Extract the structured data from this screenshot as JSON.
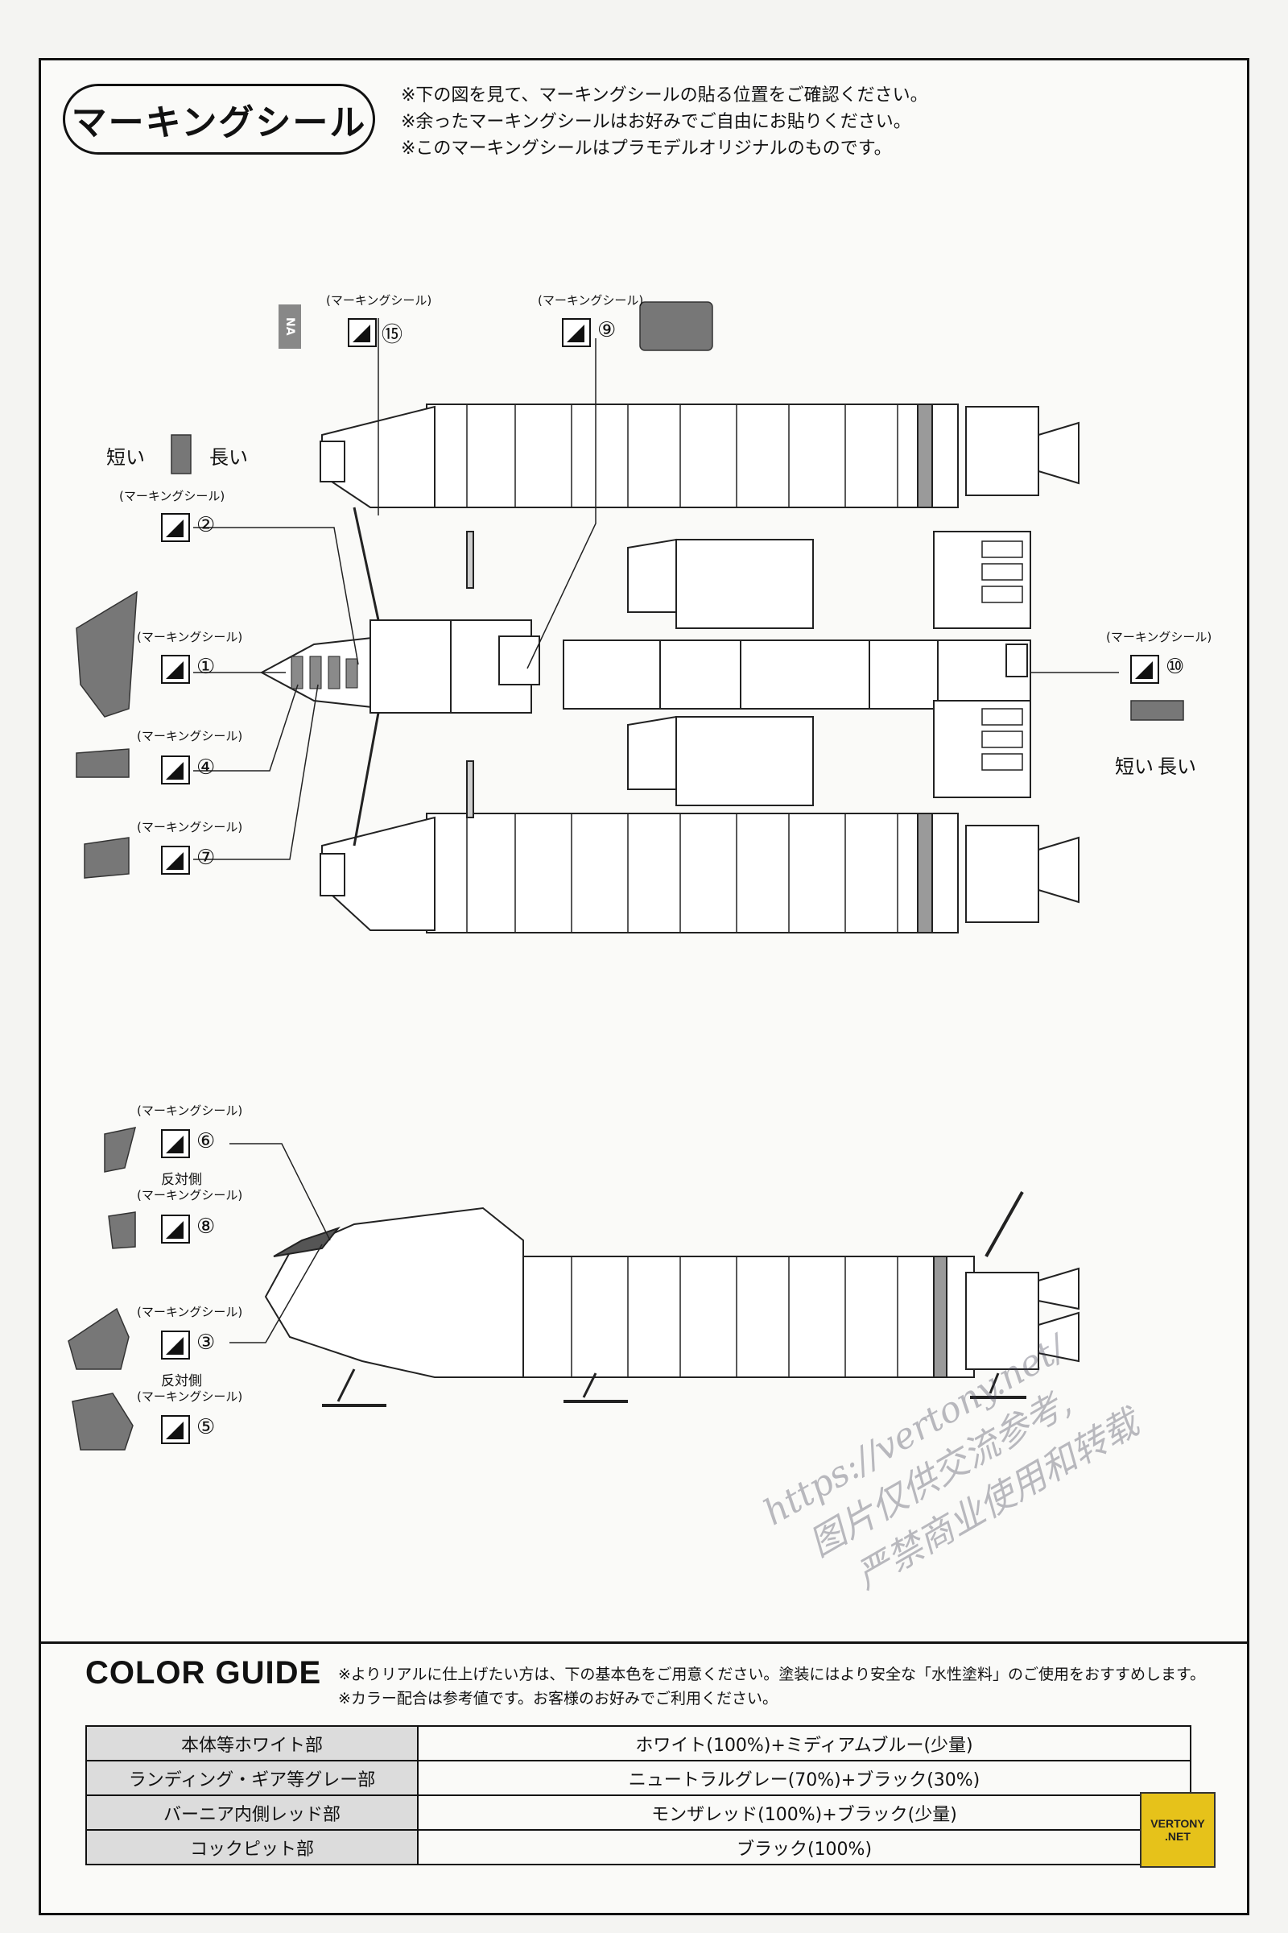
{
  "marking": {
    "title": "マーキングシール",
    "notes": [
      "※下の図を見て、マーキングシールの貼る位置をご確認ください。",
      "※余ったマーキングシールはお好みでご自由にお貼りください。",
      "※このマーキングシールはプラモデルオリジナルのものです。"
    ],
    "sticker_label": "(マーキングシール)",
    "opposite_label": "反対側",
    "short_label": "短い",
    "long_label": "長い",
    "top_view_stickers": [
      "⑮",
      "⑨",
      "②",
      "①",
      "④",
      "⑦",
      "⑩"
    ],
    "side_view_stickers": [
      "⑥",
      "⑧",
      "③",
      "⑤"
    ],
    "logo_text": "NA"
  },
  "color_guide": {
    "title": "COLOR GUIDE",
    "notes": [
      "※よりリアルに仕上げたい方は、下の基本色をご用意ください。塗装にはより安全な「水性塗料」のご使用をおすすめします。",
      "※カラー配合は参考値です。お客様のお好みでご利用ください。"
    ],
    "rows": [
      {
        "part": "本体等ホワイト部",
        "mix": "ホワイト(100%)+ミディアムブルー(少量)"
      },
      {
        "part": "ランディング・ギア等グレー部",
        "mix": "ニュートラルグレー(70%)+ブラック(30%)"
      },
      {
        "part": "バーニア内側レッド部",
        "mix": "モンザレッド(100%)+ブラック(少量)"
      },
      {
        "part": "コックピット部",
        "mix": "ブラック(100%)"
      }
    ]
  },
  "watermark": {
    "lines": [
      "https://vertony.net/",
      "图片仅供交流参考,",
      "严禁商业使用和转载"
    ]
  },
  "vertony_logo": [
    "VERTONY",
    ".NET"
  ]
}
